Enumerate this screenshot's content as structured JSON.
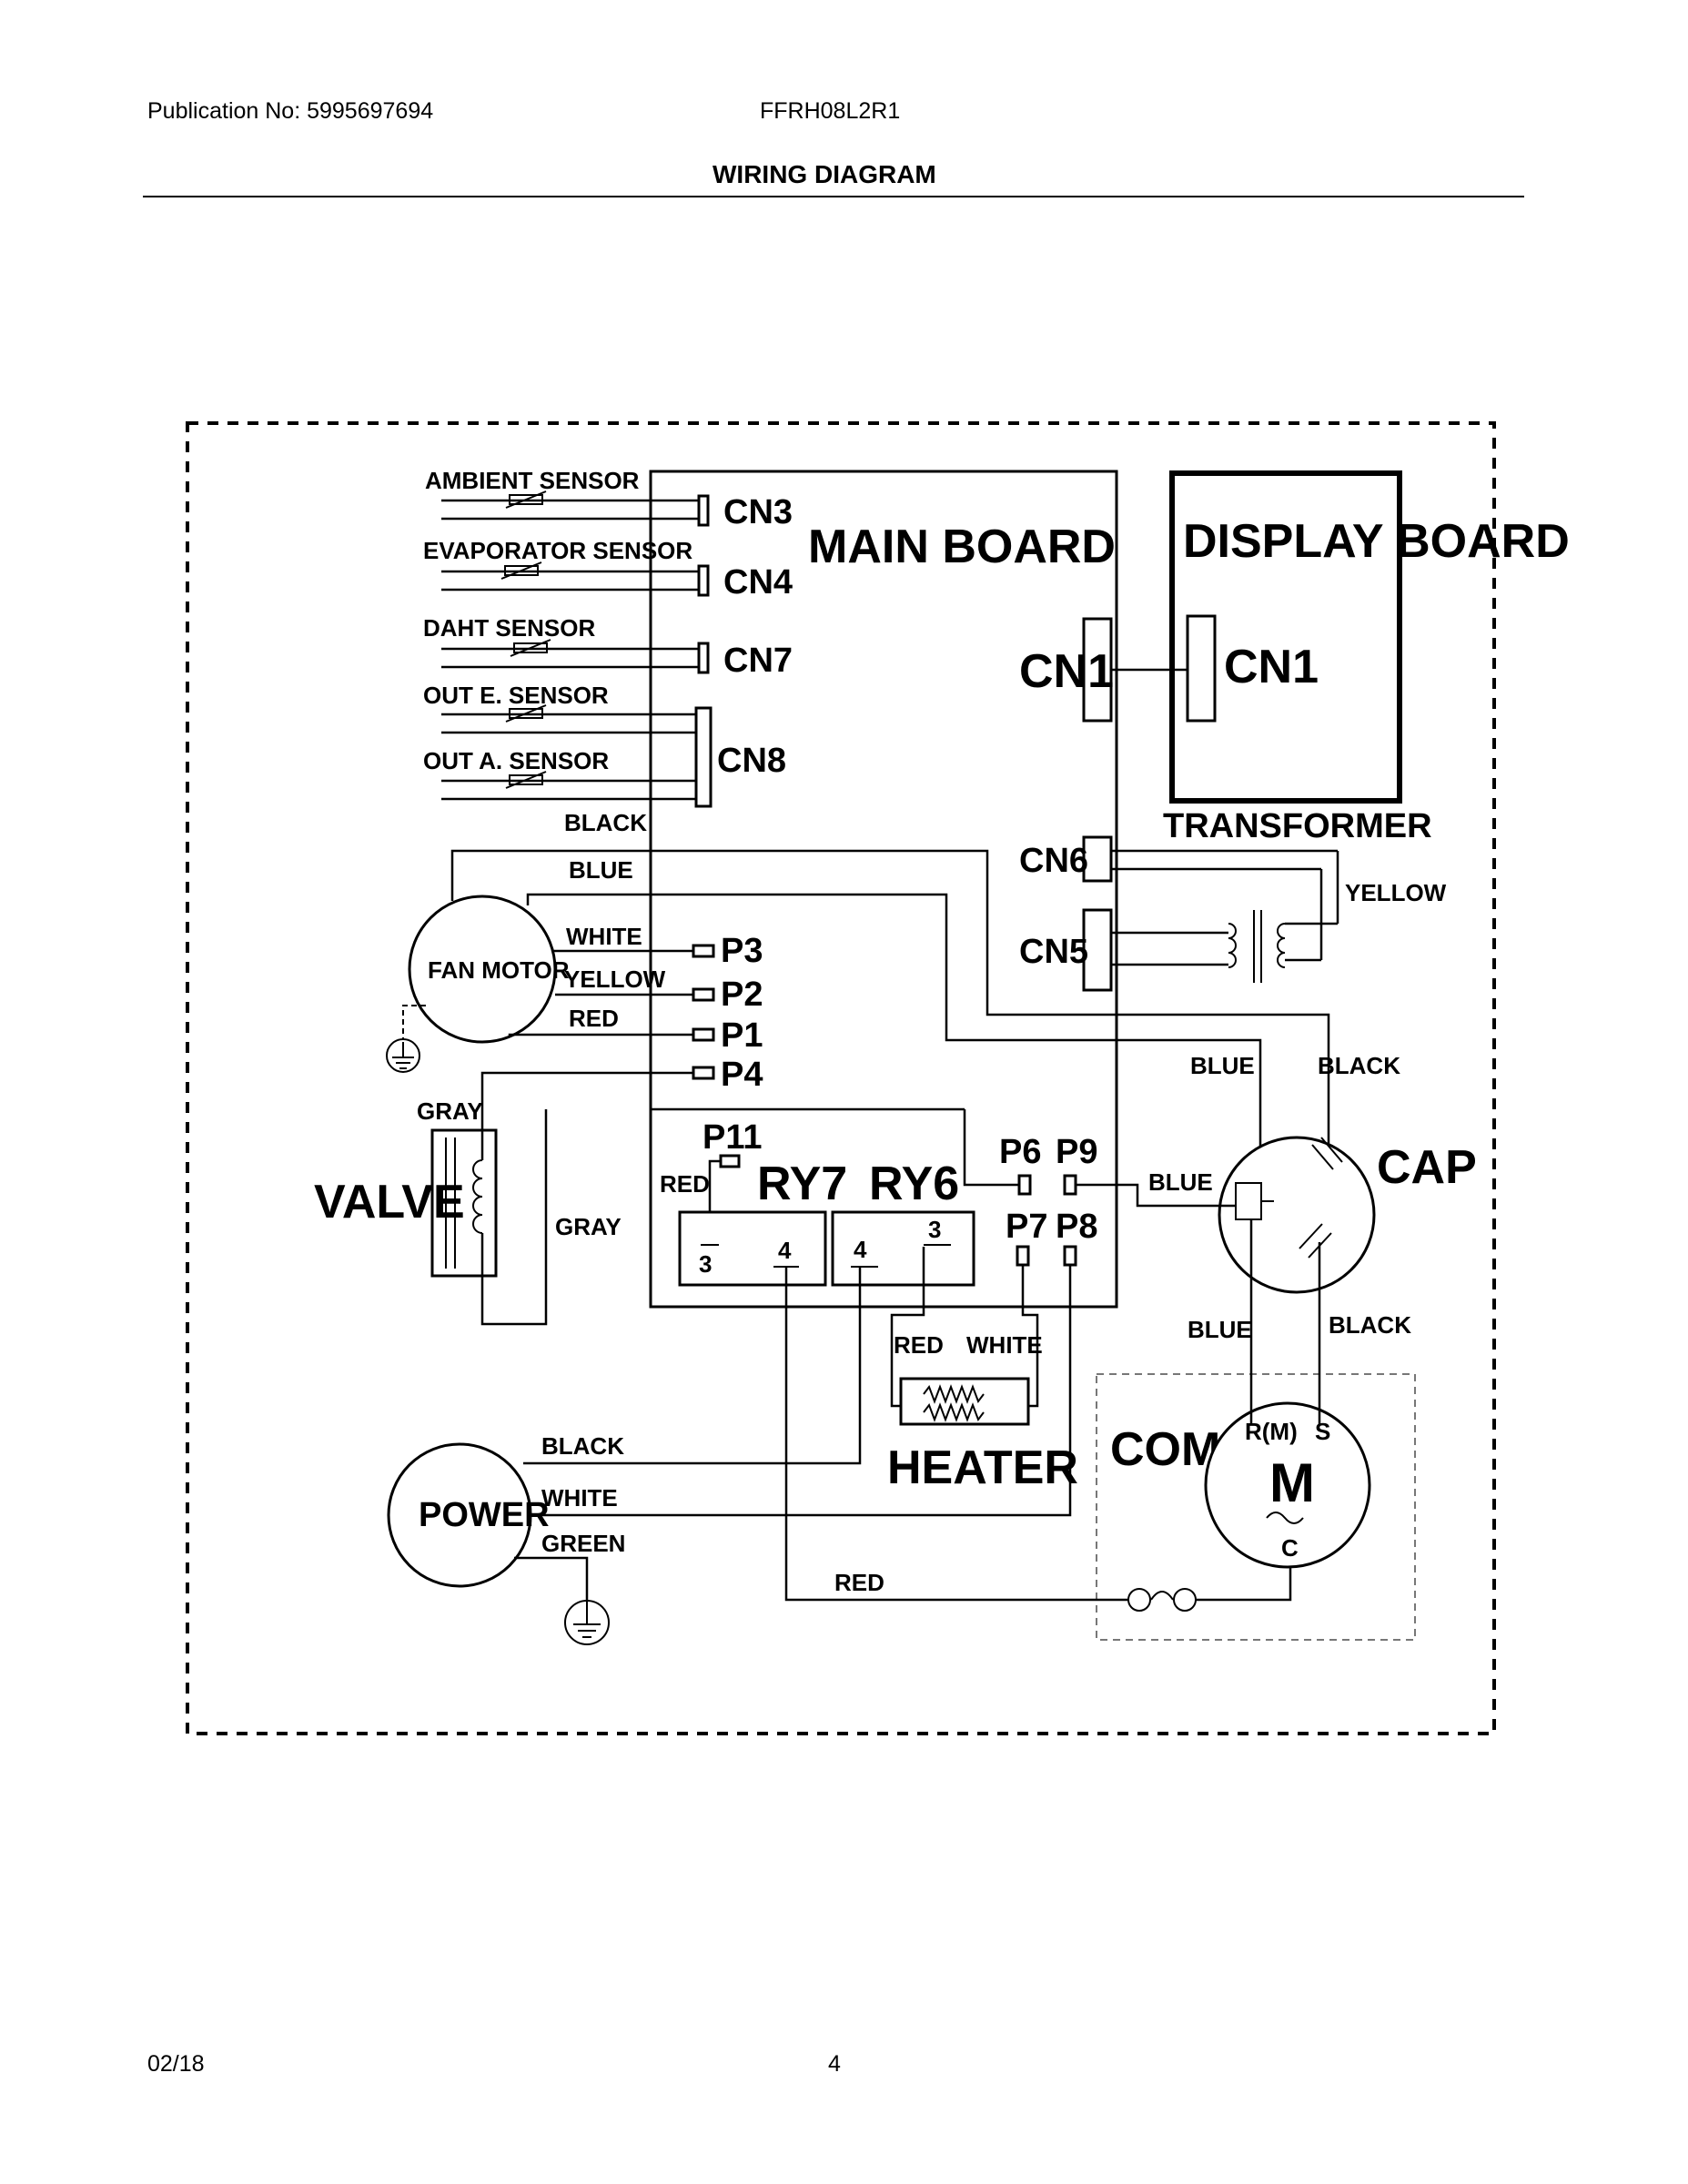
{
  "header": {
    "publication": "Publication No: 5995697694",
    "model": "FFRH08L2R1",
    "title": "WIRING DIAGRAM"
  },
  "footer": {
    "date": "02/18",
    "page": "4"
  },
  "components": {
    "main_board": "MAIN BOARD",
    "display_board": "DISPLAY BOARD",
    "transformer": "TRANSFORMER",
    "fan_motor": "FAN MOTOR",
    "valve": "VALVE",
    "power": "POWER",
    "heater": "HEATER",
    "cap": "CAP",
    "comp": "COMP",
    "motor": "M"
  },
  "sensors": [
    "AMBIENT SENSOR",
    "EVAPORATOR SENSOR",
    "DAHT SENSOR",
    "OUT E. SENSOR",
    "OUT A. SENSOR"
  ],
  "connectors": {
    "cn3": "CN3",
    "cn4": "CN4",
    "cn7": "CN7",
    "cn8": "CN8",
    "cn1": "CN1",
    "cn1_display": "CN1",
    "cn6": "CN6",
    "cn5": "CN5",
    "p1": "P1",
    "p2": "P2",
    "p3": "P3",
    "p4": "P4",
    "p6": "P6",
    "p7": "P7",
    "p8": "P8",
    "p9": "P9",
    "p11": "P11"
  },
  "relays": {
    "ry7": "RY7",
    "ry6": "RY6",
    "ry7_pin_a": "3",
    "ry7_pin_b": "4",
    "ry6_pin_a": "4",
    "ry6_pin_b": "3"
  },
  "terminals": {
    "r_m": "R(M)",
    "s": "S",
    "c": "C"
  },
  "wire_labels": {
    "fan_black": "BLACK",
    "fan_blue": "BLUE",
    "fan_white": "WHITE",
    "fan_yellow": "YELLOW",
    "fan_red": "RED",
    "transformer_yellow": "YELLOW",
    "cap_blue_top": "BLUE",
    "cap_black_top": "BLACK",
    "cap_blue_side": "BLUE",
    "comp_blue": "BLUE",
    "comp_black": "BLACK",
    "valve_gray_top": "GRAY",
    "valve_gray_side": "GRAY",
    "p11_red": "RED",
    "heater_red": "RED",
    "heater_white": "WHITE",
    "power_black": "BLACK",
    "power_white": "WHITE",
    "power_green": "GREEN",
    "comp_red": "RED"
  }
}
